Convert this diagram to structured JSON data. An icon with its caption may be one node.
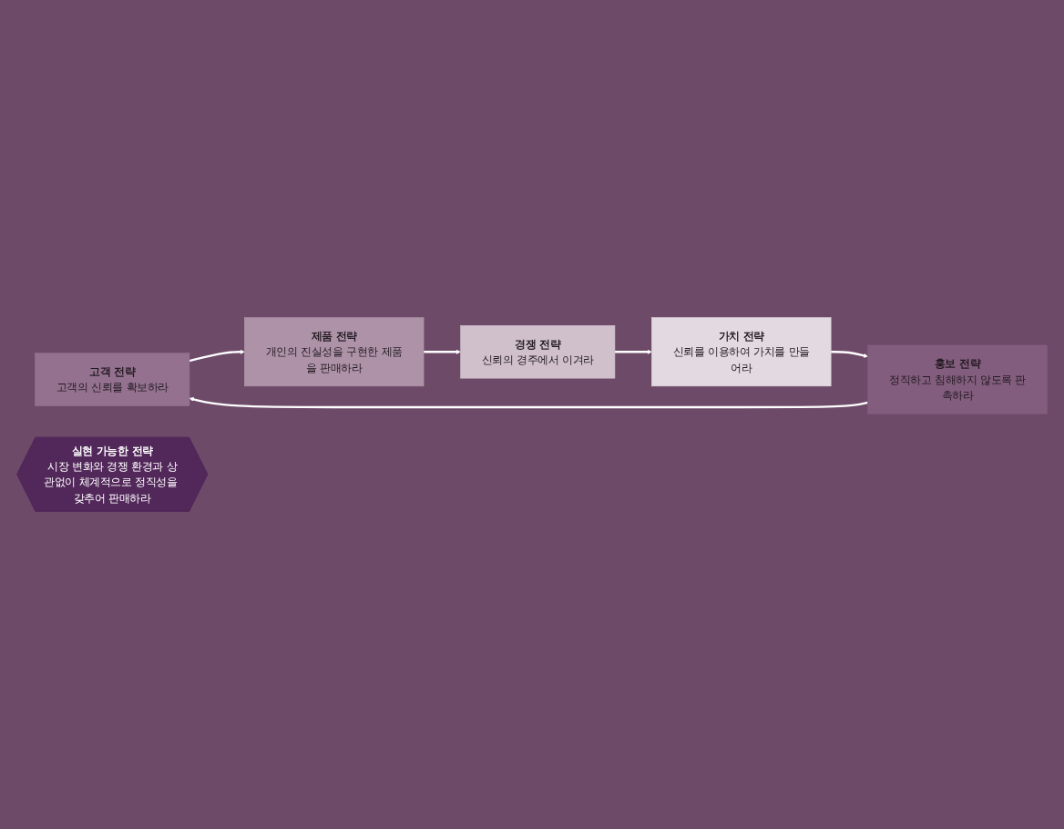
{
  "diagram": {
    "nodes": [
      {
        "text": [
          "고객 전략",
          "고객의 신뢰를 확보하라"
        ]
      },
      {
        "text": [
          "제품 전략",
          "개인의 진실성을 구현한 제품을 판매하라"
        ]
      },
      {
        "text": [
          "경쟁 전략",
          "신뢰의 경주에서 이겨라"
        ]
      },
      {
        "text": [
          "가치 전략",
          "신뢰를 이용하여 가치를 만들어라"
        ]
      },
      {
        "text": [
          "홍보 전략",
          "정직하고 침해하지 않도록 판촉하라"
        ]
      },
      {
        "text": [
          "실현 가능한 전략",
          "시장 변화와 경쟁 환경과 상관없이 체계적으로 정직성을 갖추어 판매하라"
        ]
      }
    ],
    "edges": [
      {
        "from": 0,
        "to": 1,
        "arrow": "to"
      },
      {
        "from": 1,
        "to": 2,
        "arrow": "to"
      },
      {
        "from": 2,
        "to": 3,
        "arrow": "to"
      },
      {
        "from": 3,
        "to": 4,
        "arrow": "to"
      },
      {
        "from": 4,
        "to": 0,
        "arrow": "to"
      }
    ]
  }
}
